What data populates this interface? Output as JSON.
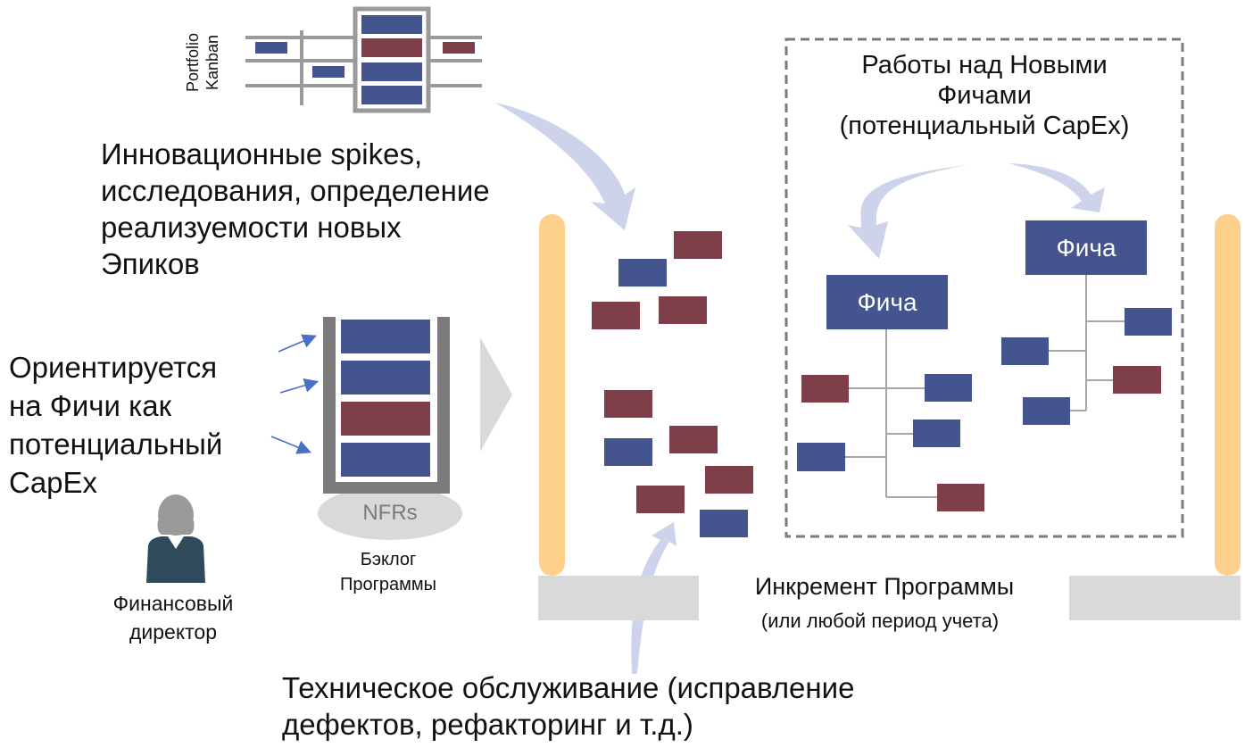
{
  "portfolio_kanban": {
    "line1": "Portfolio",
    "line2": "Kanban"
  },
  "innovation_text": [
    "Инновационные spikes,",
    "исследования, определение",
    "реализуемости новых",
    "Эпиков"
  ],
  "capex_text": [
    "Ориентируется",
    "на Фичи как",
    "потенциальный",
    "CapEx"
  ],
  "cfo": {
    "line1": "Финансовый",
    "line2": "директор"
  },
  "backlog": {
    "nfrs": "NFRs",
    "line1": "Бэклог",
    "line2": "Программы"
  },
  "new_features": {
    "title": [
      "Работы над Новыми",
      "Фичами",
      "(потенциальный CapEx)"
    ],
    "feature_label": "Фича"
  },
  "increment": {
    "title": "Инкремент Программы",
    "subtitle": "(или любой период учета)"
  },
  "maintenance_text": [
    "Техническое обслуживание (исправление",
    "дефектов, рефакторинг и т.д.)"
  ],
  "colors": {
    "story_blue": "#43548f",
    "defect_red": "#7e3f4b",
    "timebox_orange": "#fdd18b",
    "arrow_lavender": "#cdd3ea",
    "grey": "#7b7b7b"
  }
}
